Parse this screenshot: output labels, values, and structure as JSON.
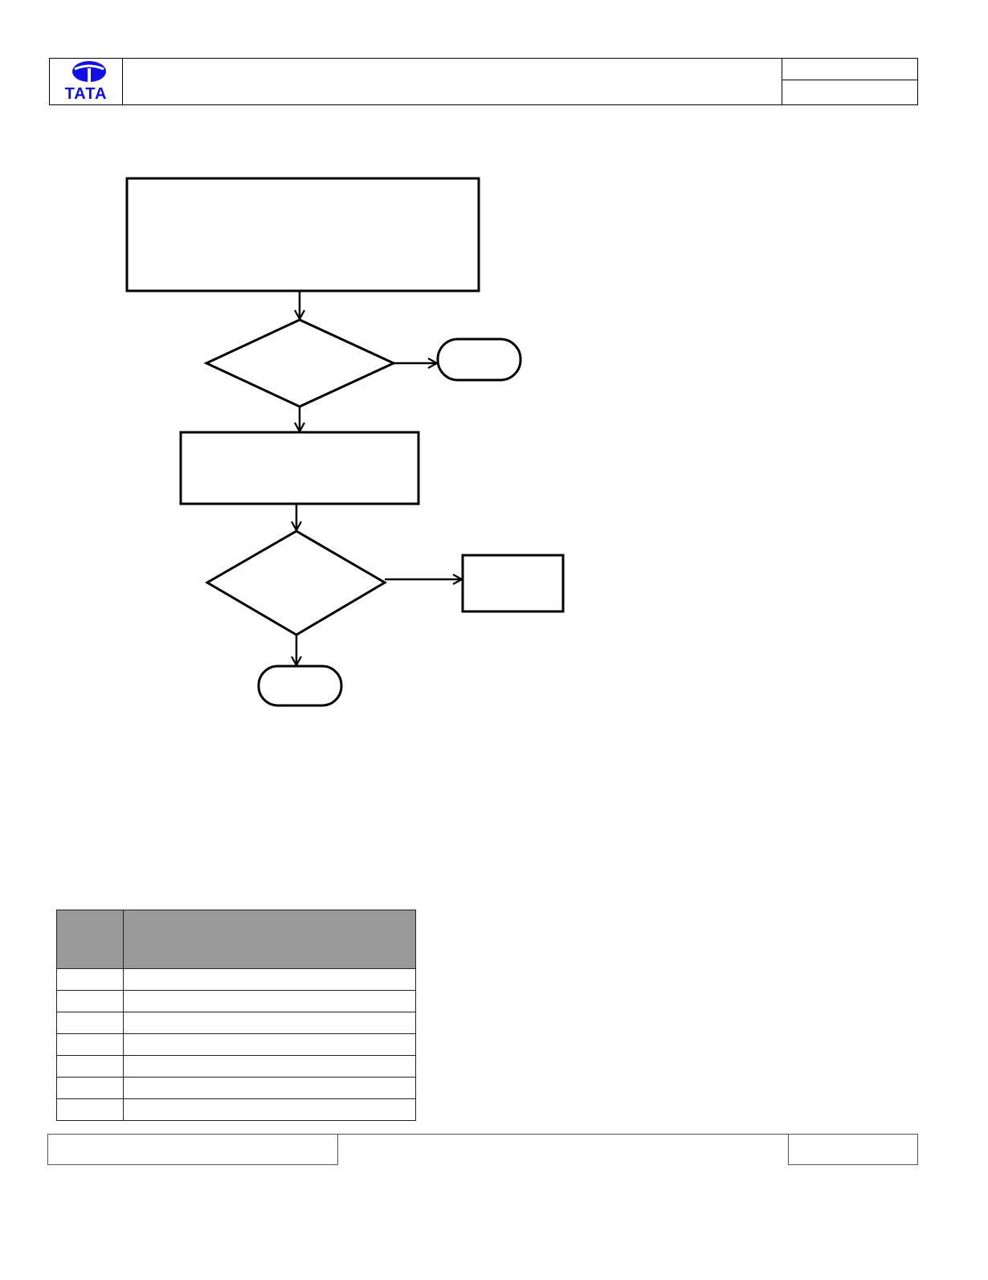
{
  "logo": {
    "brand_text": "TATA",
    "brand_color": "#1010e6"
  },
  "colors": {
    "table_header": "#999999",
    "stroke": "#000000"
  },
  "flowchart": {
    "nodes": [
      {
        "id": "process-1",
        "shape": "rectangle",
        "text": ""
      },
      {
        "id": "decision-1",
        "shape": "diamond",
        "text": ""
      },
      {
        "id": "terminal-1",
        "shape": "rounded",
        "text": ""
      },
      {
        "id": "process-2",
        "shape": "rectangle",
        "text": ""
      },
      {
        "id": "decision-2",
        "shape": "diamond",
        "text": ""
      },
      {
        "id": "process-3",
        "shape": "rectangle",
        "text": ""
      },
      {
        "id": "terminal-2",
        "shape": "rounded",
        "text": ""
      }
    ],
    "edges": [
      {
        "from": "process-1",
        "to": "decision-1"
      },
      {
        "from": "decision-1",
        "to": "terminal-1"
      },
      {
        "from": "decision-1",
        "to": "process-2"
      },
      {
        "from": "process-2",
        "to": "decision-2"
      },
      {
        "from": "decision-2",
        "to": "process-3"
      },
      {
        "from": "decision-2",
        "to": "terminal-2"
      }
    ]
  },
  "revision_table": {
    "headers": [
      "",
      ""
    ],
    "rows": [
      [
        "",
        ""
      ],
      [
        "",
        ""
      ],
      [
        "",
        ""
      ],
      [
        "",
        ""
      ],
      [
        "",
        ""
      ],
      [
        "",
        ""
      ],
      [
        "",
        ""
      ]
    ]
  }
}
